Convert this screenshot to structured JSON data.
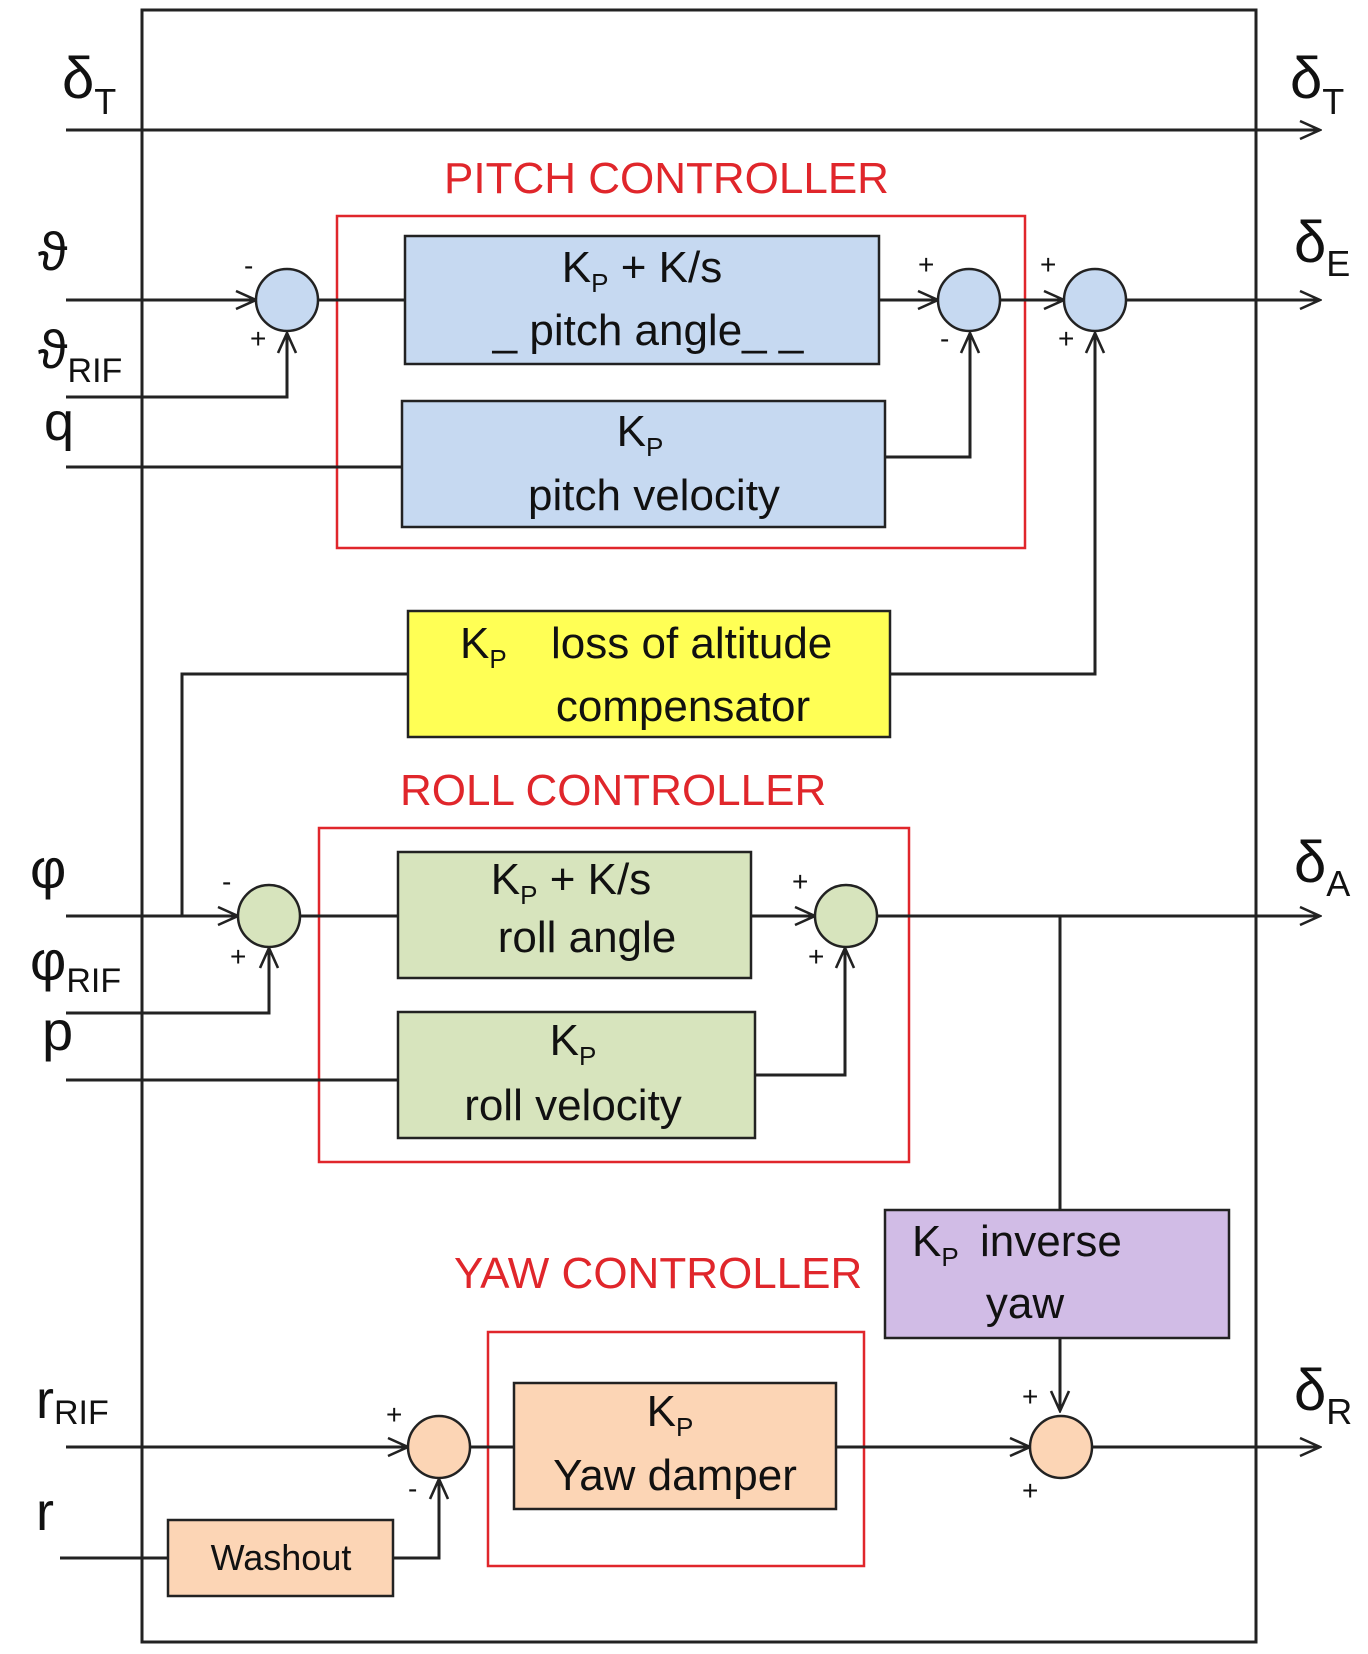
{
  "colors": {
    "pitch_fill": "#c6d9f1",
    "roll_fill": "#d7e4bd",
    "altitude_fill": "#ffff55",
    "inverse_yaw_fill": "#d1bce6",
    "yaw_fill": "#fcd5b5",
    "controller_label": "#e0262b"
  },
  "inputs": {
    "throttle": {
      "symbol": "δ",
      "sub": "T"
    },
    "theta": {
      "symbol": "ϑ"
    },
    "theta_ref": {
      "symbol": "ϑ",
      "sub": "RIF"
    },
    "q": {
      "symbol": "q"
    },
    "phi": {
      "symbol": "φ"
    },
    "phi_ref": {
      "symbol": "φ",
      "sub": "RIF"
    },
    "p": {
      "symbol": "p"
    },
    "r_ref": {
      "symbol": "r",
      "sub": "RIF"
    },
    "r": {
      "symbol": "r"
    }
  },
  "outputs": {
    "throttle": {
      "symbol": "δ",
      "sub": "T"
    },
    "elevator": {
      "symbol": "δ",
      "sub": "E"
    },
    "aileron": {
      "symbol": "δ",
      "sub": "A"
    },
    "rudder": {
      "symbol": "δ",
      "sub": "R"
    }
  },
  "controllers": {
    "pitch": "PITCH CONTROLLER",
    "roll": "ROLL CONTROLLER",
    "yaw": "YAW CONTROLLER"
  },
  "blocks": {
    "pitch_angle": {
      "k": "K",
      "k_sub": "P",
      "rest": " + K/s",
      "label": "_ pitch angle_ _"
    },
    "pitch_velocity": {
      "k": "K",
      "k_sub": "P",
      "label": "pitch velocity"
    },
    "altitude": {
      "k": "K",
      "k_sub": "P",
      "line1": "loss of altitude",
      "line2": "compensator"
    },
    "roll_angle": {
      "k": "K",
      "k_sub": "P",
      "rest": " + K/s",
      "label": "roll angle"
    },
    "roll_velocity": {
      "k": "K",
      "k_sub": "P",
      "label": "roll velocity"
    },
    "inverse_yaw": {
      "k": "K",
      "k_sub": "P",
      "line1": "inverse",
      "line2": "yaw"
    },
    "yaw_damper": {
      "k": "K",
      "k_sub": "P",
      "label": "Yaw damper"
    },
    "washout": {
      "label": "Washout"
    }
  },
  "signs": {
    "plus": "+",
    "minus": "-"
  }
}
